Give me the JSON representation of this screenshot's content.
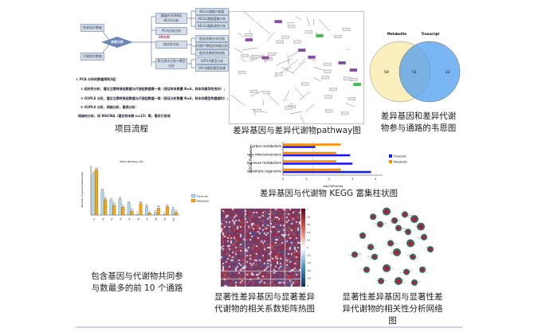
{
  "flowchart": {
    "left_boxes": [
      "转录组学数据",
      "代谢组学数据"
    ],
    "center": "关联分析",
    "mid_boxes": [
      "通路的VENN及KEGG分析",
      "PCA比较分析",
      "相关性分析",
      "多元统计分析+模型分析"
    ],
    "mid_note": "2D分析",
    "right_boxes": [
      "KEGG通路代谢富",
      "KEGG通路富集分析",
      "KEGG通路调控分析",
      "相关系数分布比较",
      "代谢产物相关网络分析",
      "相关系数矩阵热图",
      "O2PLS模型分析",
      "OPLS模型模型构建"
    ],
    "notes": [
      "① PCA 分析的数据得到3组：",
      "② 相关性分析，建议注意转录组数据与代谢组数据需一致（保证样本数量 N≥6，样本间差异性良好）；",
      "③ O2PLS 分析，建议注意转录组数据与代谢组数据一致（保证分析数量 N≥6，样本间模型构建顺利）；",
      "④ O2PLS 分析，网络分析，聚类分析：",
      "网络的分析，如 WGCNA（建议样本数 n≥15）等，需另行咨询"
    ],
    "caption": "项目流程"
  },
  "pathway": {
    "caption": "差异基因与差异代谢物pathway图"
  },
  "venn": {
    "labels": [
      "Metabolite",
      "Transcript"
    ],
    "left_only": "59",
    "both": "51",
    "right_only": "22",
    "caption_lines": [
      "差异基因和差异代谢",
      "物参与通路的韦恩图"
    ]
  },
  "kegg_bar": {
    "caption": "差异基因与代谢物 KEGG 富集柱状图",
    "chart_data": {
      "type": "bar",
      "orientation": "horizontal",
      "ylabel": "KEGG Pathway",
      "xlabel": "-log10(Pvalue)",
      "xlim": [
        0,
        4.3
      ],
      "xticks": [
        "0",
        "1",
        "2",
        "3",
        "4"
      ],
      "threshold": 1.3,
      "categories": [
        "Carbon metabolism",
        "Pentose and glucuronate interconversions",
        "Fructose and mannose metabolism",
        "Carbon fixation in photosynthetic organisms"
      ],
      "series": [
        {
          "name": "Transcript",
          "color": "#1a1aff",
          "values": [
            1.4,
            2.9,
            3.0,
            3.8
          ]
        },
        {
          "name": "Metabolite",
          "color": "#ff8c00",
          "values": [
            2.5,
            2.3,
            2.3,
            2.5
          ]
        }
      ],
      "legend": "right"
    }
  },
  "top10": {
    "caption_lines": [
      "包含基因与代谢物共同参",
      "与数最多的前 10 个通路"
    ],
    "chart_data": {
      "type": "bar",
      "title": "KEGG Pathway (All)",
      "ylabel": "Number of genes/metabolites",
      "ylim": [
        0,
        70
      ],
      "categories": [
        "P1",
        "P2",
        "P3",
        "P4",
        "P5",
        "P6",
        "P7",
        "P8",
        "P9",
        "P10"
      ],
      "series": [
        {
          "name": "Transcript",
          "color": "#add8e6",
          "values": [
            58,
            34,
            21,
            22,
            16,
            1,
            12,
            4,
            1,
            8
          ]
        },
        {
          "name": "Metabolite",
          "color": "#ffa500",
          "values": [
            64,
            22,
            14,
            11,
            6,
            16,
            3,
            10,
            12,
            4
          ]
        }
      ],
      "legend": "right"
    }
  },
  "heatmap": {
    "caption_lines": [
      "显著性差异基因与显著差异",
      "代谢物的相关系数矩阵热图"
    ],
    "scale_ticks": [
      "1",
      "0.8",
      "0.6",
      "0.4",
      "0.2",
      "0",
      "-0.2",
      "-0.4",
      "-0.6",
      "-0.8",
      "-1"
    ]
  },
  "network": {
    "caption_lines": [
      "显著性差异基因与显著性差",
      "异代谢物的相关性分析网络图"
    ]
  }
}
